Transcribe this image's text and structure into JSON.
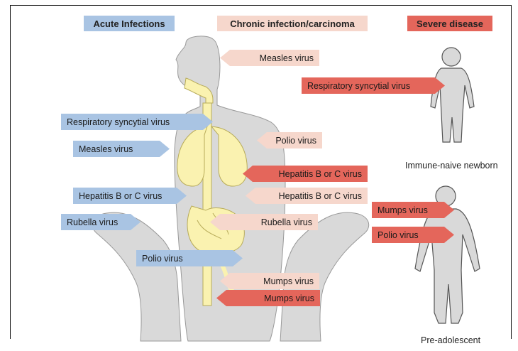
{
  "headers": {
    "acute": "Acute Infections",
    "chronic": "Chronic infection/carcinoma",
    "severe": "Severe disease"
  },
  "acute_labels": [
    "Respiratory syncytial virus",
    "Measles virus",
    "Hepatitis B or C virus",
    "Rubella virus",
    "Polio virus"
  ],
  "chronic_labels": [
    "Measles virus",
    "Polio virus",
    "Hepatitis B or C virus",
    "Rubella virus",
    "Mumps virus"
  ],
  "severe_labels": [
    "Hepatitis B or C virus",
    "Mumps virus",
    "Respiratory syncytial virus",
    "Mumps virus",
    "Polio virus"
  ],
  "captions": {
    "newborn": "Immune-naive newborn",
    "adolescent": "Pre-adolescent"
  },
  "colors": {
    "acute": "#a9c4e3",
    "chronic": "#f6d7cc",
    "severe": "#e4665b",
    "body": "#d9d9d9",
    "organs": "#faf2b0"
  }
}
